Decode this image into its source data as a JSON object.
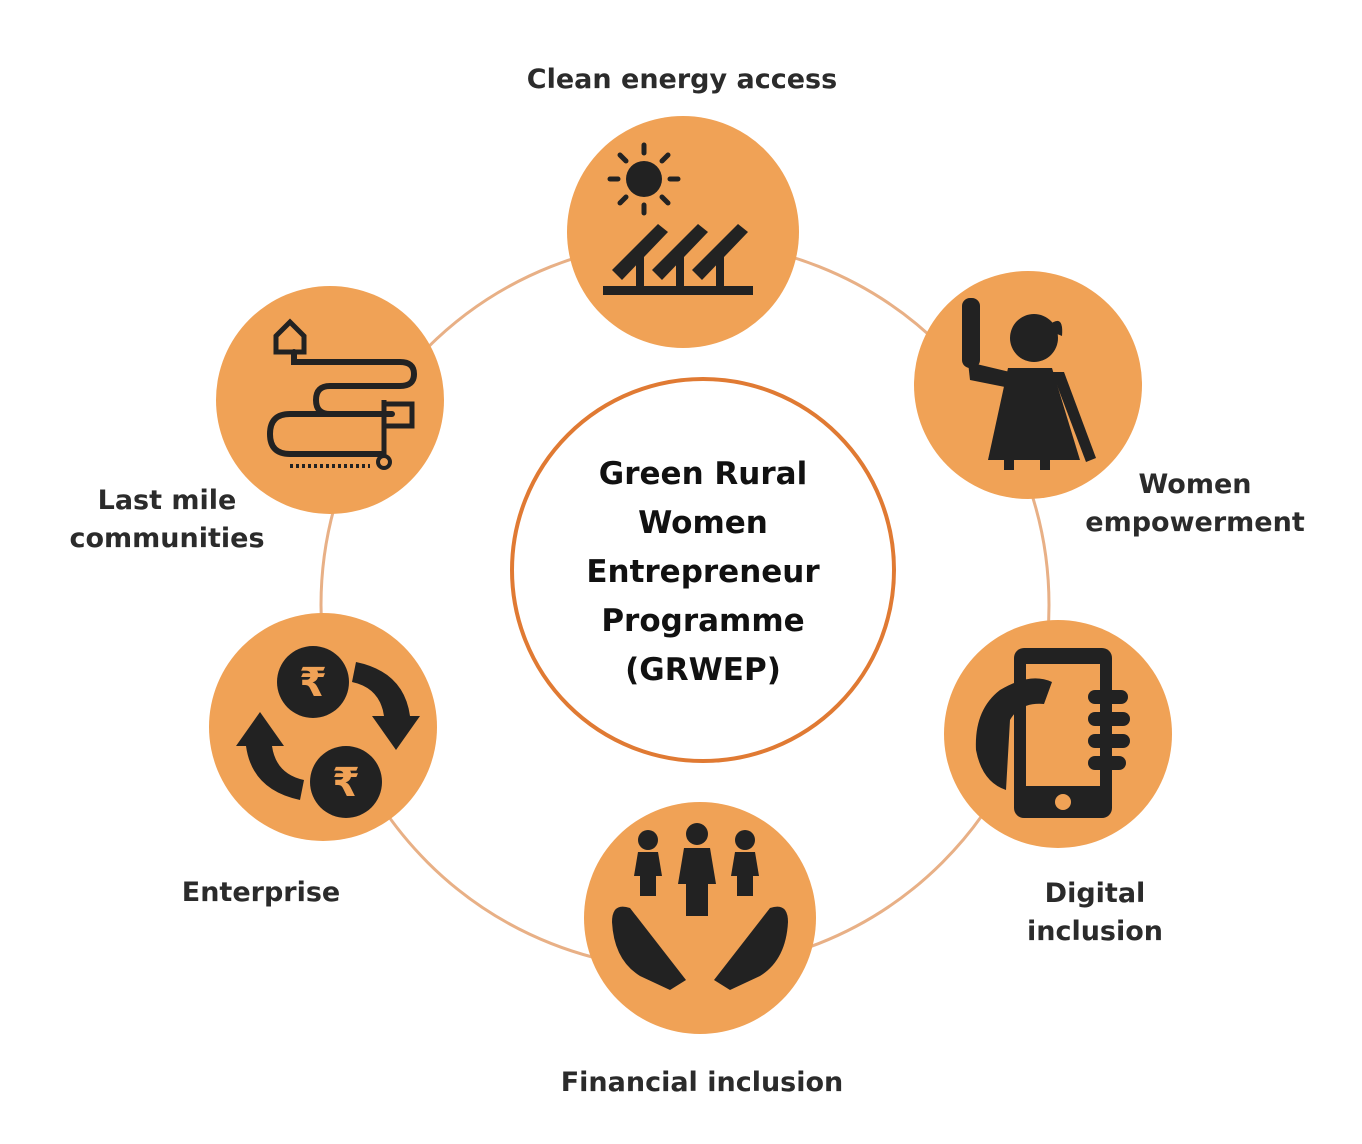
{
  "colors": {
    "accent": "#F0A256",
    "ring": "#E8B086",
    "center_ring": "#E07A33",
    "icon": "#222222"
  },
  "center": {
    "lines": [
      "Green Rural",
      "Women",
      "Entrepreneur",
      "Programme",
      "(GRWEP)"
    ]
  },
  "nodes": [
    {
      "id": "clean-energy",
      "icon": "solar-panel-icon",
      "label_lines": [
        "Clean energy access"
      ]
    },
    {
      "id": "women-empowerment",
      "icon": "raised-hand-woman-icon",
      "label_lines": [
        "Women",
        "empowerment"
      ]
    },
    {
      "id": "digital-inclusion",
      "icon": "smartphone-hand-icon",
      "label_lines": [
        "Digital",
        "inclusion"
      ]
    },
    {
      "id": "financial-inclusion",
      "icon": "handshake-people-icon",
      "label_lines": [
        "Financial inclusion"
      ]
    },
    {
      "id": "enterprise",
      "icon": "rupee-exchange-icon",
      "label_lines": [
        "Enterprise"
      ],
      "symbol": "₹"
    },
    {
      "id": "last-mile",
      "icon": "winding-road-house-icon",
      "label_lines": [
        "Last mile",
        "communities"
      ]
    }
  ]
}
